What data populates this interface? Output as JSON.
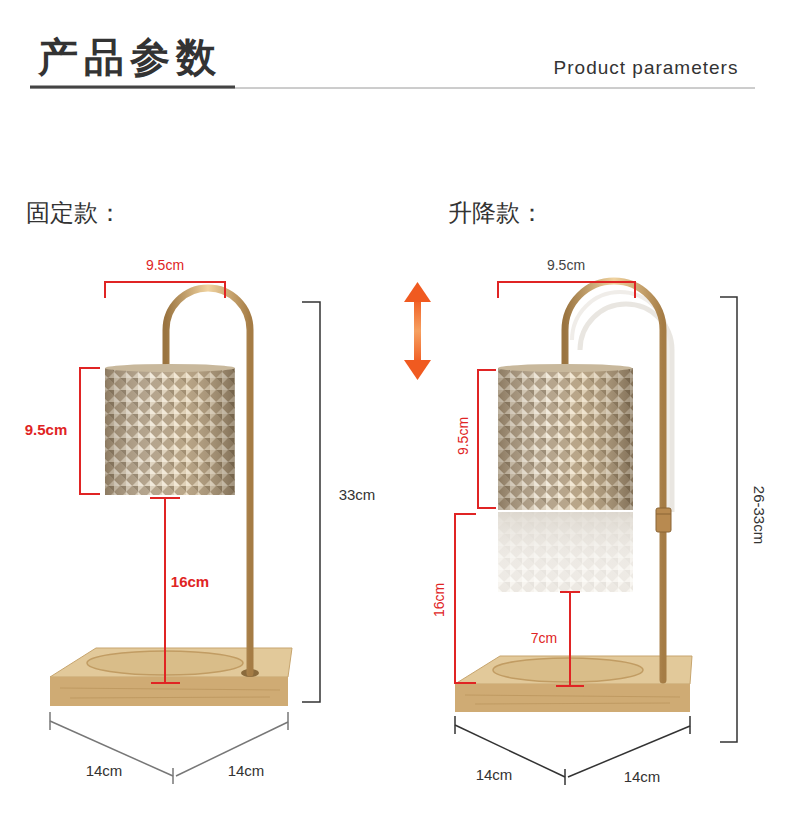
{
  "diagram": {
    "title": "产品参数",
    "labels": [
      "Product parameters",
      "固定款：",
      "升降款：",
      "9.5cm",
      "9.5cm",
      "16cm",
      "33cm",
      "14cm",
      "14cm",
      "9.5cm",
      "9.5cm",
      "26-33cm",
      "16cm",
      "7cm",
      "14cm",
      "14cm"
    ]
  }
}
